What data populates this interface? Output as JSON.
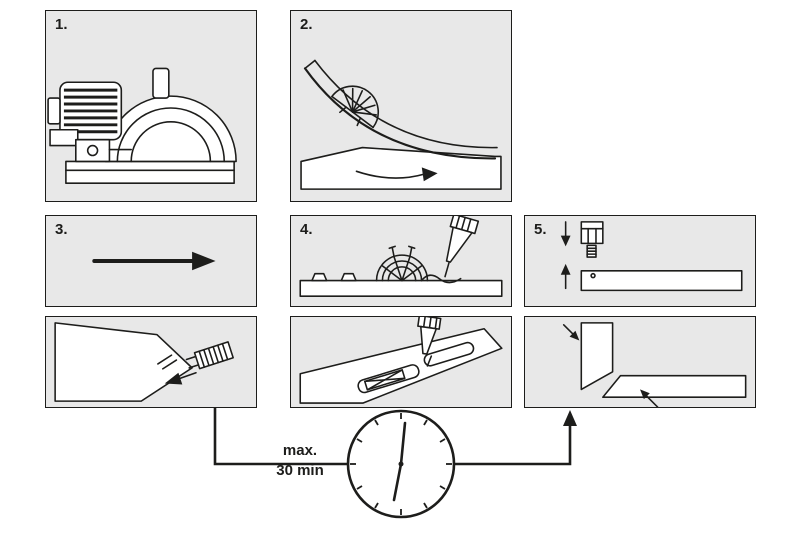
{
  "colors": {
    "panel_background": "#e8e8e8",
    "line_art": "#1d1d1b",
    "board_fill": "#ffffff",
    "page_background": "#ffffff"
  },
  "panels": [
    {
      "label": "1.",
      "illustration": "plunge-cutter-tool"
    },
    {
      "label": "2.",
      "illustration": "arc-swing-insertion"
    },
    {
      "label": "3.",
      "illustration": "slide-direction-arrow"
    },
    {
      "label": "4.",
      "illustration": "glue-on-connector"
    },
    {
      "label": "5.",
      "illustration": "bolt-assembly-exploded"
    },
    {
      "label": "",
      "illustration": "connector-into-panel-corner"
    },
    {
      "label": "",
      "illustration": "glue-into-slot"
    },
    {
      "label": "",
      "illustration": "mitered-corner-joint"
    }
  ],
  "timeline": {
    "max_label": "max.",
    "duration_label": "30 min",
    "icon": "clock-icon"
  }
}
